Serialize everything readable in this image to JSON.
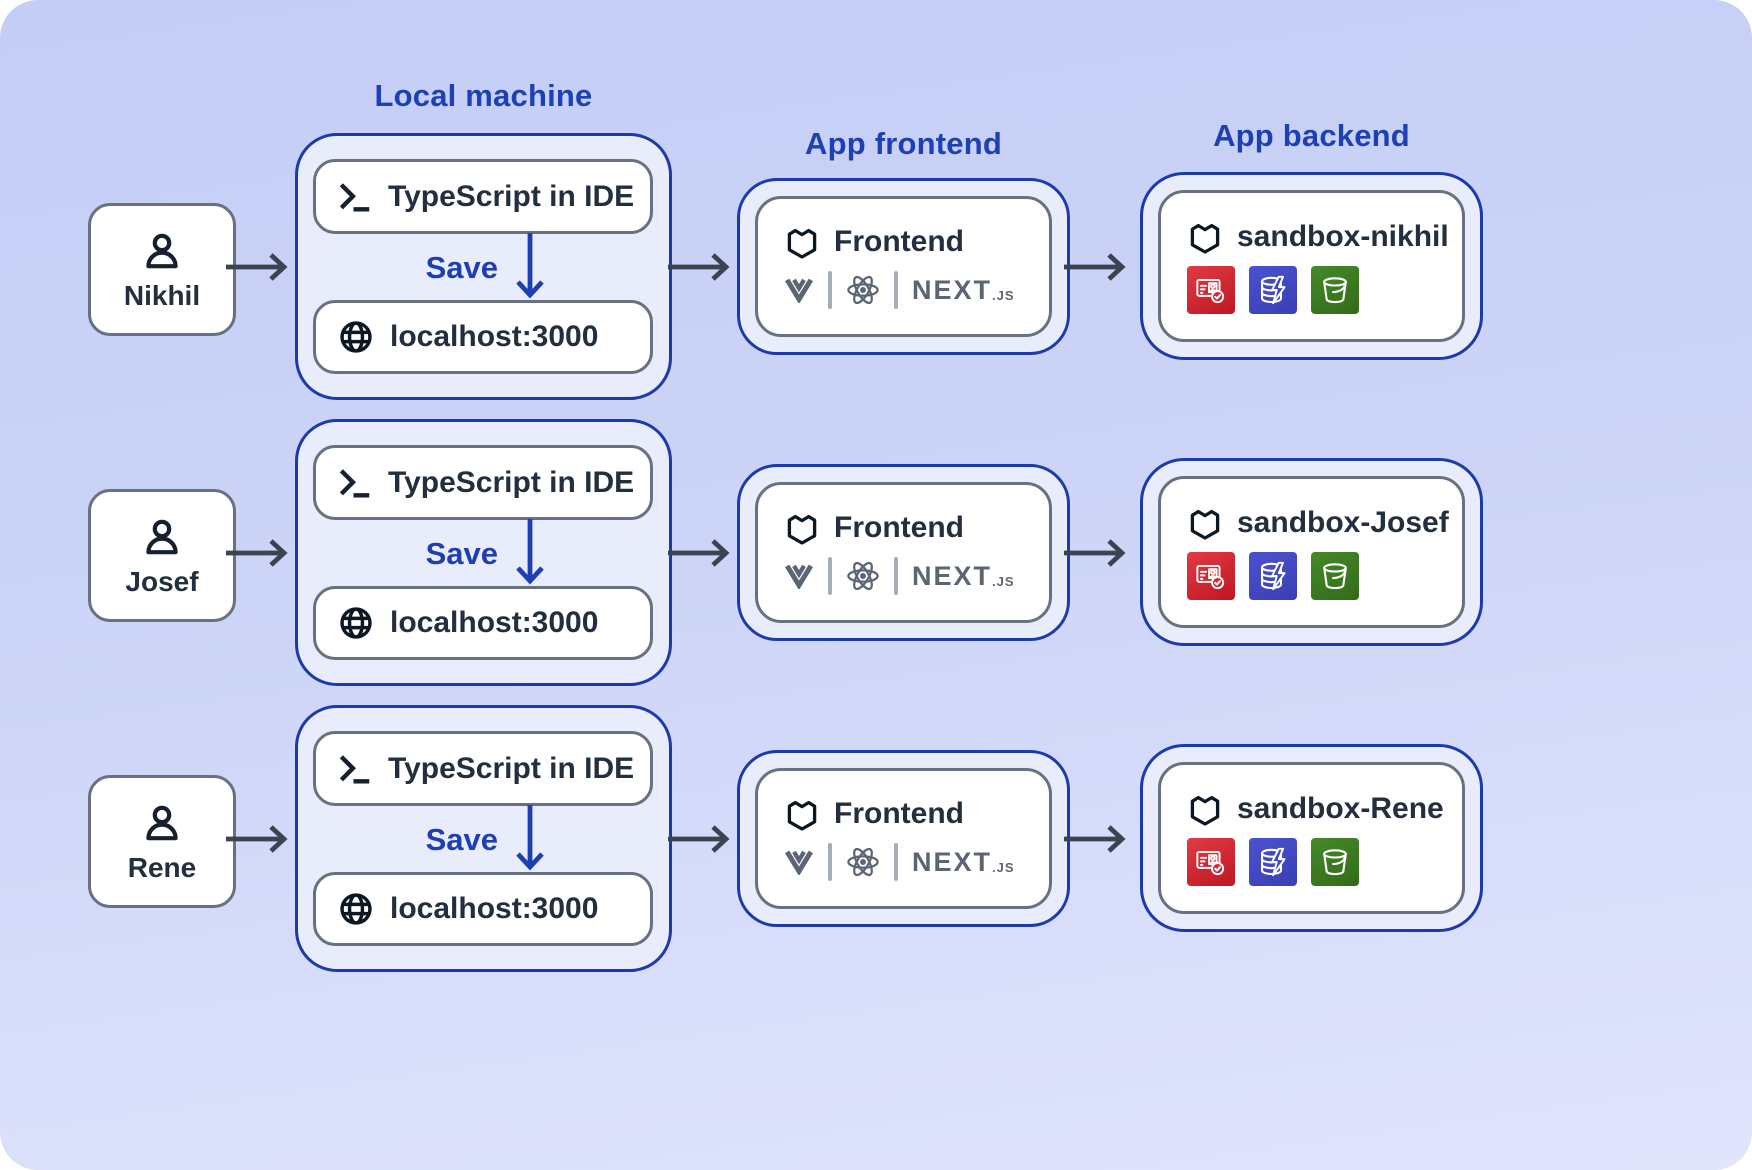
{
  "headers": {
    "local_machine": "Local machine",
    "app_frontend": "App frontend",
    "app_backend": "App backend"
  },
  "rows": [
    {
      "user": "Nikhil",
      "ide": "TypeScript in IDE",
      "save": "Save",
      "localhost": "localhost:3000",
      "frontend": "Frontend",
      "nextjs": "NEXT",
      "nextjs_suffix": ".JS",
      "backend": "sandbox-nikhil",
      "services": [
        "amazon-cognito",
        "amazon-dynamodb",
        "amazon-s3"
      ]
    },
    {
      "user": "Josef",
      "ide": "TypeScript in IDE",
      "save": "Save",
      "localhost": "localhost:3000",
      "frontend": "Frontend",
      "nextjs": "NEXT",
      "nextjs_suffix": ".JS",
      "backend": "sandbox-Josef",
      "services": [
        "amazon-cognito",
        "amazon-dynamodb",
        "amazon-s3"
      ]
    },
    {
      "user": "Rene",
      "ide": "TypeScript in IDE",
      "save": "Save",
      "localhost": "localhost:3000",
      "frontend": "Frontend",
      "nextjs": "NEXT",
      "nextjs_suffix": ".JS",
      "backend": "sandbox-Rene",
      "services": [
        "amazon-cognito",
        "amazon-dynamodb",
        "amazon-s3"
      ]
    }
  ],
  "colors": {
    "bg_top": "#c4cdf5",
    "bg_bottom": "#e1e5fc",
    "outer_fill": "#e9edfb",
    "outer_border": "#1c3aab",
    "inner_border": "#67717f",
    "title_blue": "#1e40b5",
    "save_blue": "#1e3eb3",
    "text_dark": "#232f3e",
    "arrow_dark": "#3a434f",
    "logo_gray": "#5b6574",
    "cognito": "#d02a34",
    "dynamodb": "#4247c2",
    "s3": "#3d7a21"
  }
}
